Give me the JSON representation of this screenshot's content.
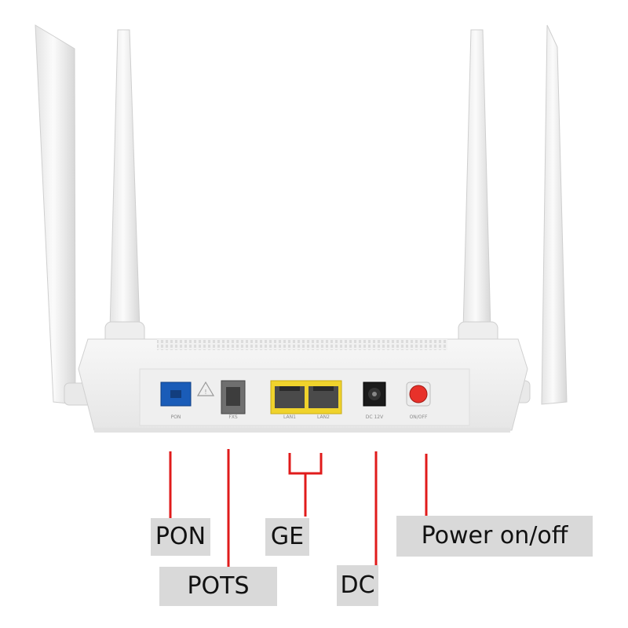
{
  "device": {
    "port_markings": {
      "pon": "PON",
      "fxs": "FXS",
      "lan1": "LAN1",
      "lan2": "LAN2",
      "dc": "DC 12V",
      "power": "ON/OFF"
    },
    "colors": {
      "body": "#f2f2f2",
      "pon_port": "#1a5cb8",
      "lan_ports": "#f0d32c",
      "power_button": "#e8312a",
      "callout_lines": "#e01b1b",
      "label_boxes": "#d9d9d9"
    }
  },
  "callouts": {
    "pon": "PON",
    "pots": "POTS",
    "ge": "GE",
    "dc": "DC",
    "power": "Power on/off"
  }
}
